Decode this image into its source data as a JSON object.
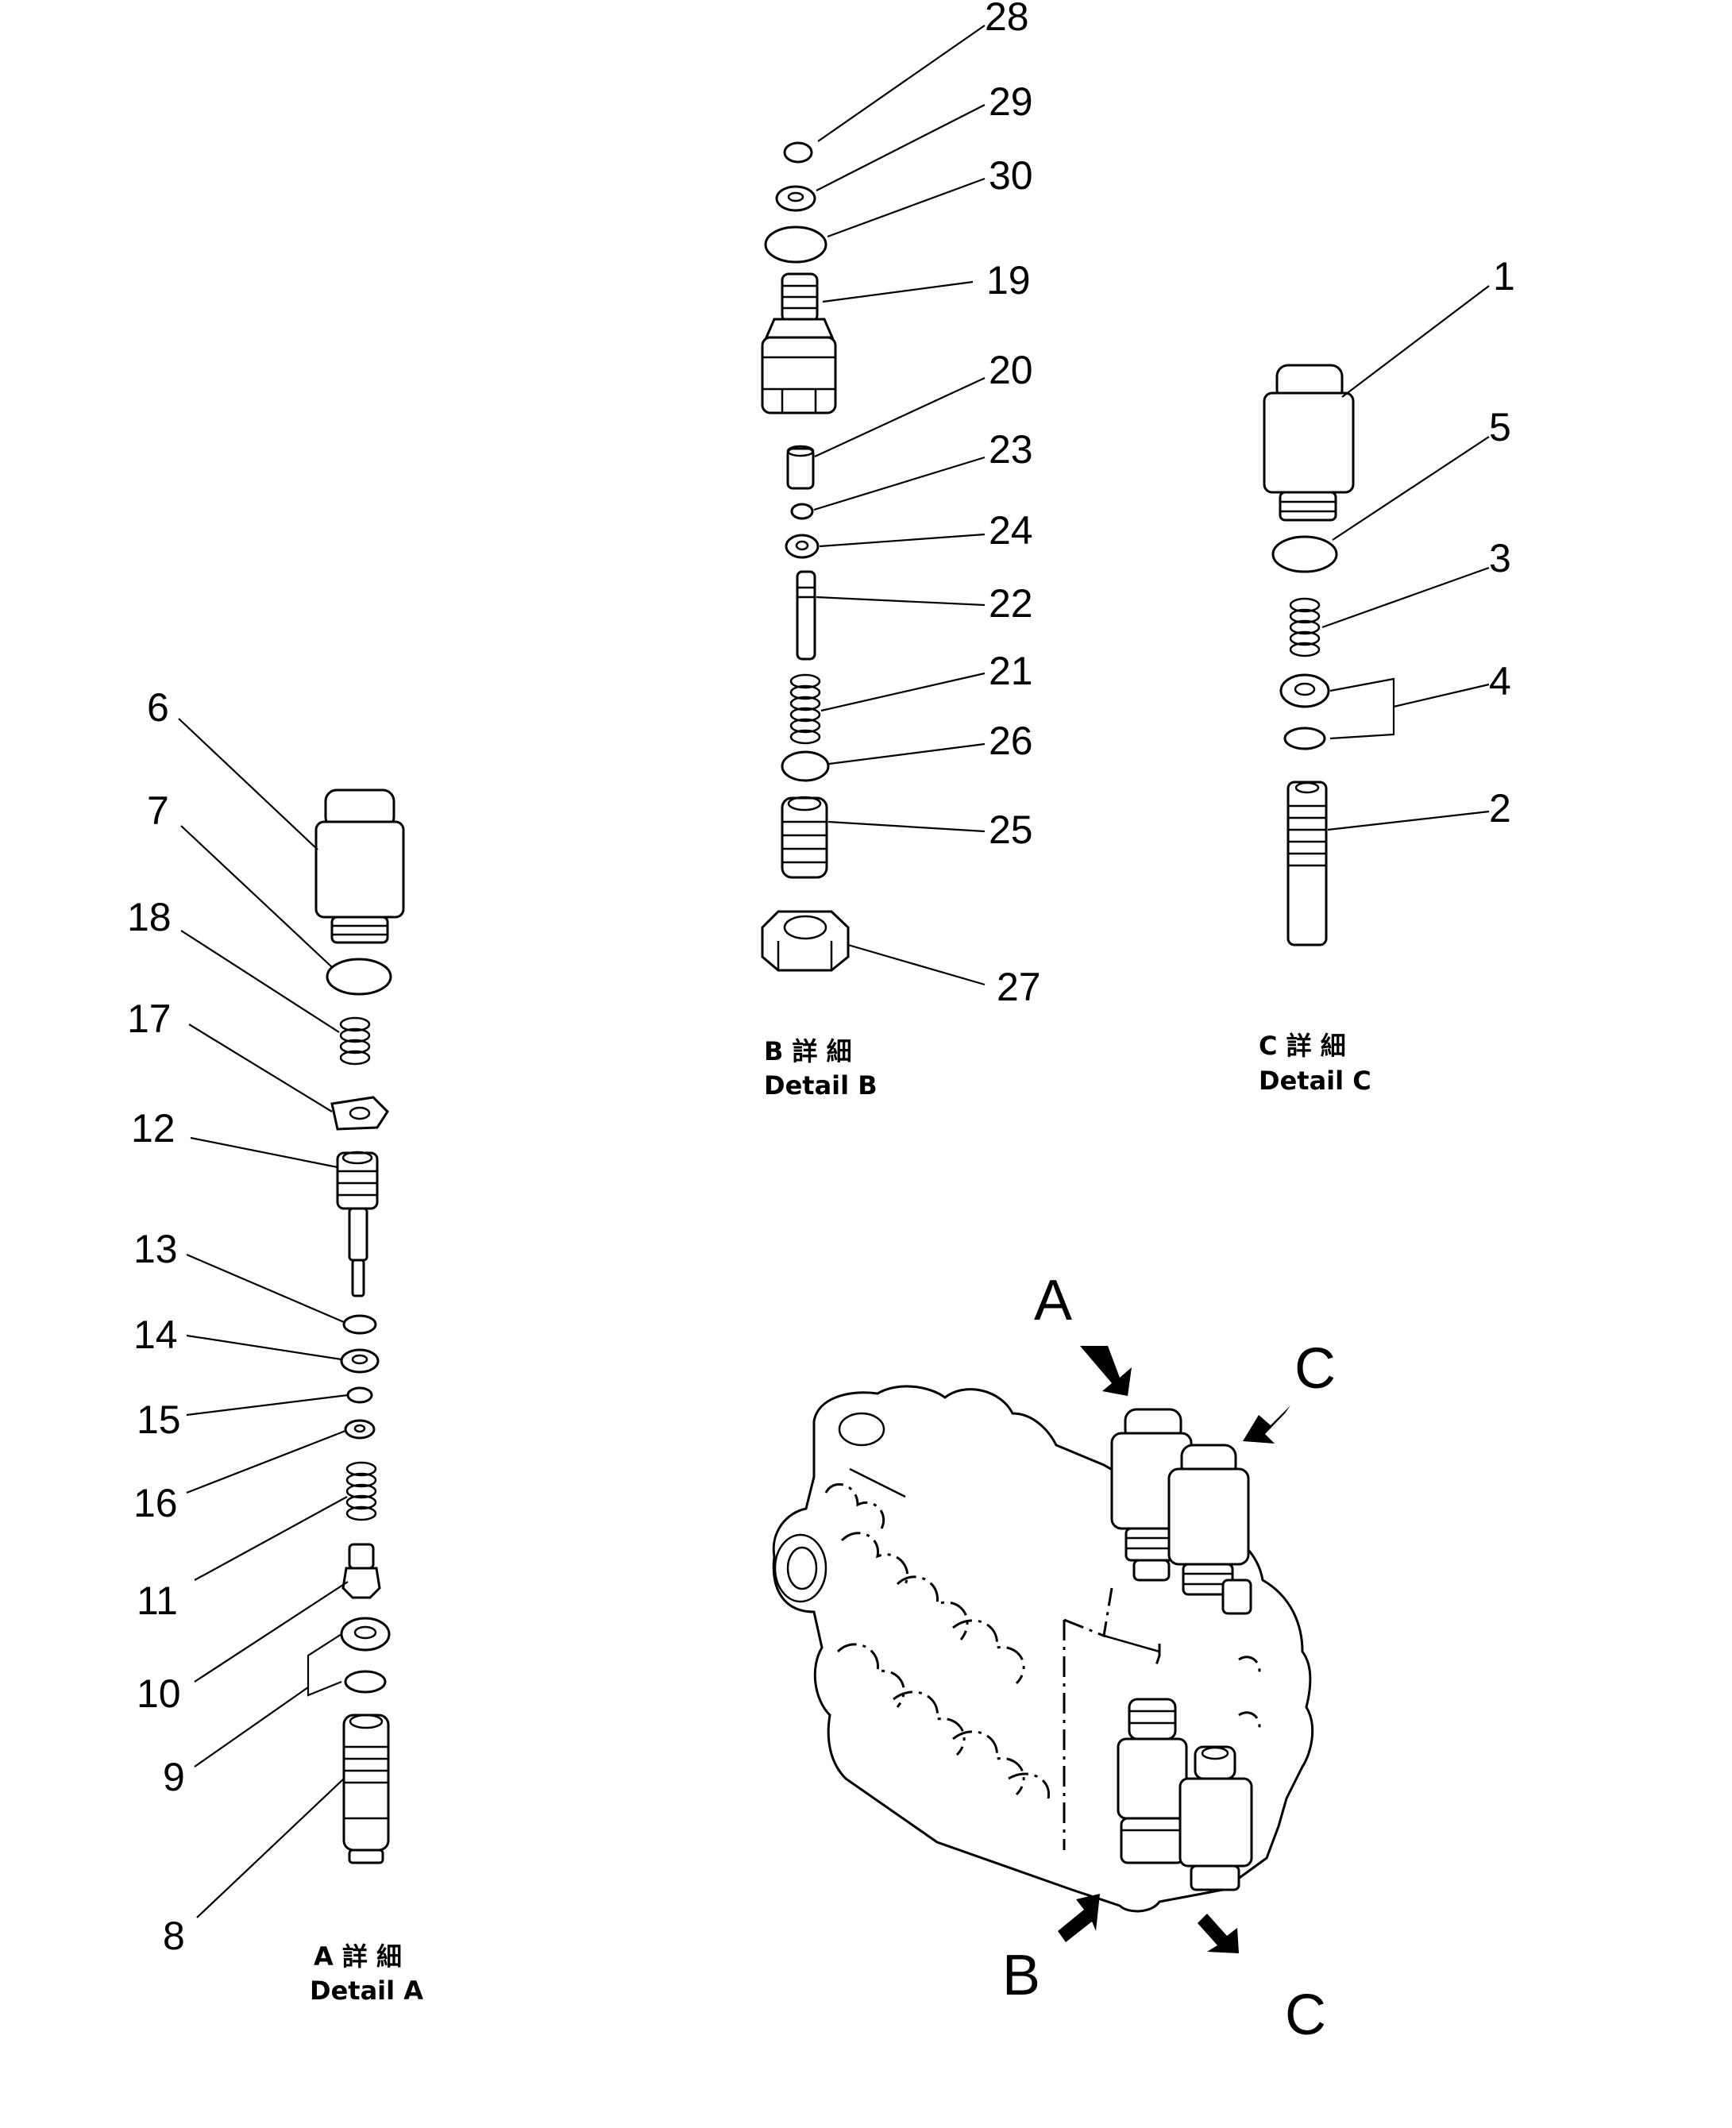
{
  "detail_b": {
    "labels": [
      "28",
      "29",
      "30",
      "19",
      "20",
      "23",
      "24",
      "22",
      "21",
      "26",
      "25",
      "27"
    ],
    "caption_jp": "B 詳 細",
    "caption_en": "Detail B"
  },
  "detail_c": {
    "labels": [
      "1",
      "5",
      "3",
      "4",
      "2"
    ],
    "caption_jp": "C 詳 細",
    "caption_en": "Detail C"
  },
  "detail_a": {
    "labels": [
      "6",
      "7",
      "18",
      "17",
      "12",
      "13",
      "14",
      "15",
      "16",
      "11",
      "10",
      "9",
      "8"
    ],
    "caption_jp": "A 詳 細",
    "caption_en": "Detail A"
  },
  "assembly": {
    "markers": [
      "A",
      "C",
      "B",
      "C"
    ]
  }
}
